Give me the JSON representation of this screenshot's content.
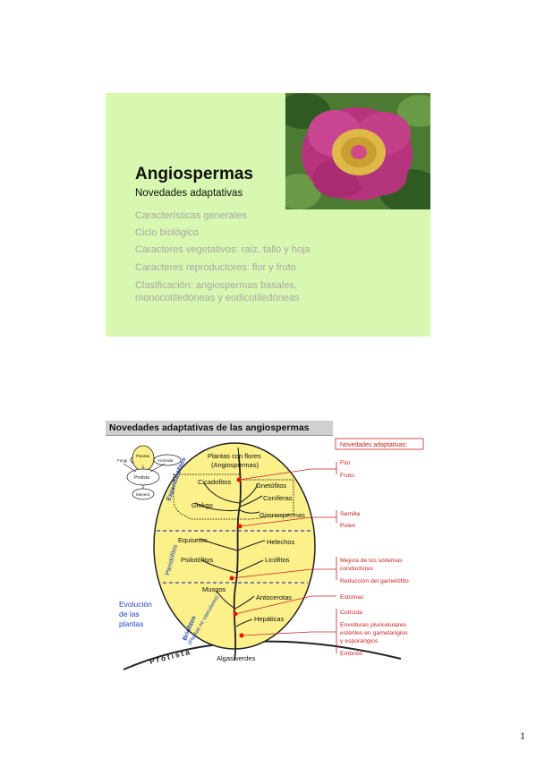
{
  "slide1": {
    "title": "Angiospermas",
    "subtitle": "Novedades adaptativas",
    "items": [
      "Características generales",
      "Ciclo biológico",
      "Caracteres vegetativos: raíz, tallo y hoja",
      "Caracteres reproductores: flor y fruto",
      "Clasificación: angiospermas basales,",
      "monocotiledóneas y eudicotiledóneas"
    ]
  },
  "slide2": {
    "title": "Novedades adaptativas de las angiospermas",
    "kingdoms": {
      "fungi": "Fungi",
      "plantae": "Plantae",
      "animalia": "Animalia",
      "protista": "Protista",
      "monera": "Monera"
    },
    "groups": {
      "plantas_flores_1": "Plantas con flores",
      "plantas_flores_2": "(Angiospermas)",
      "cicadofitos": "Cicadofitos",
      "gnetofitos": "Gnetófitos",
      "coniferas": "Coníferas",
      "ginkgo": "Ginkgo",
      "gimnospermas": "Gimnospermas",
      "equisetos": "Equisetos",
      "helechos": "Helechos",
      "psilotofitos": "Psilotófitos",
      "licofitos": "Licófitos",
      "musgos": "Musgos",
      "antocerotas": "Antocerotas",
      "hepaticas": "Hepáticas",
      "algas": "Algas verdes",
      "protista_ground": "Protista"
    },
    "zones": {
      "espermatofitos": "Espermatófitos",
      "pteridofitos": "Pteridófitos",
      "briofitos": "Briófitos",
      "briofitos_sub": "(Plantas no vasculares)"
    },
    "evolucion": [
      "Evolución",
      "de las",
      "plantas"
    ],
    "novedades_header": "Novedades adaptativas:",
    "novedades": [
      "Flor",
      "Fruto",
      "Semilla",
      "Polen",
      "Mejora de los sistemas",
      "conductores",
      "Reducción del gametófito",
      "Estomas",
      "Cutícula",
      "Envolturas pluricelulares",
      "estériles en gametangios",
      "y esporangios",
      "Embrión"
    ]
  },
  "page_number": "1"
}
